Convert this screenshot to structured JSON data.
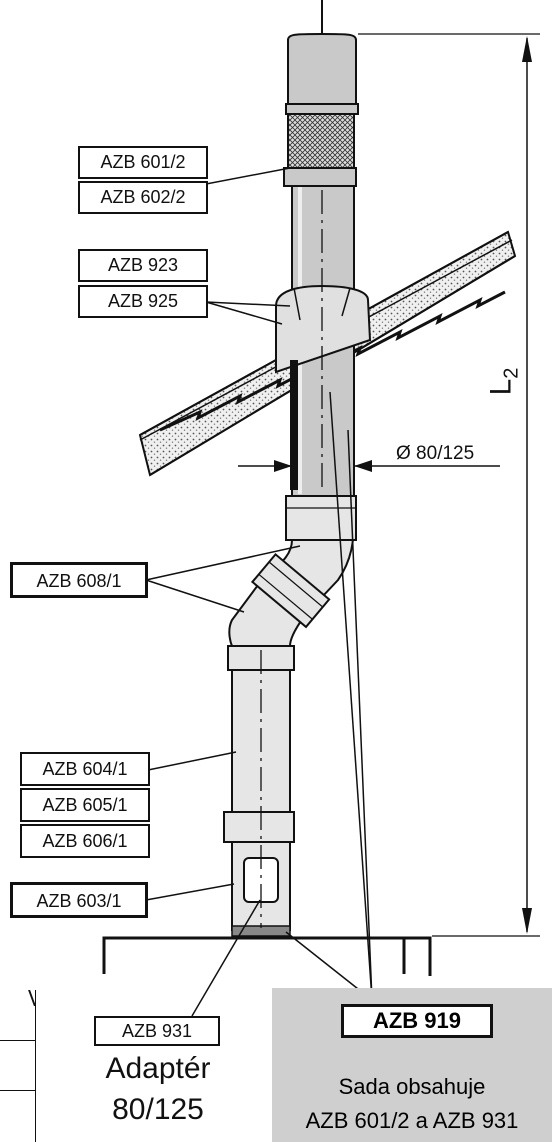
{
  "labels": {
    "top_group": [
      "AZB 601/2",
      "AZB 602/2"
    ],
    "roof_group": [
      "AZB 923",
      "AZB 925"
    ],
    "elbow": "AZB 608/1",
    "pipe_group": [
      "AZB 604/1",
      "AZB 605/1",
      "AZB 606/1"
    ],
    "base": "AZB 603/1",
    "diameter": "Ø 80/125",
    "dimension": "L",
    "dimension_sub": "2",
    "adapter_code": "AZB 931",
    "adapter_name": [
      "Adaptér",
      "80/125"
    ],
    "kit_code": "AZB 919",
    "kit_text": [
      "Sada obsahuje",
      "AZB 601/2 a AZB 931"
    ]
  },
  "colors": {
    "line": "#111111",
    "pipe_fill": "#c9c9c9",
    "pipe_light": "#e6e6e6",
    "insulation": "#e0e0e0",
    "kit_background": "#cfcfcf"
  }
}
